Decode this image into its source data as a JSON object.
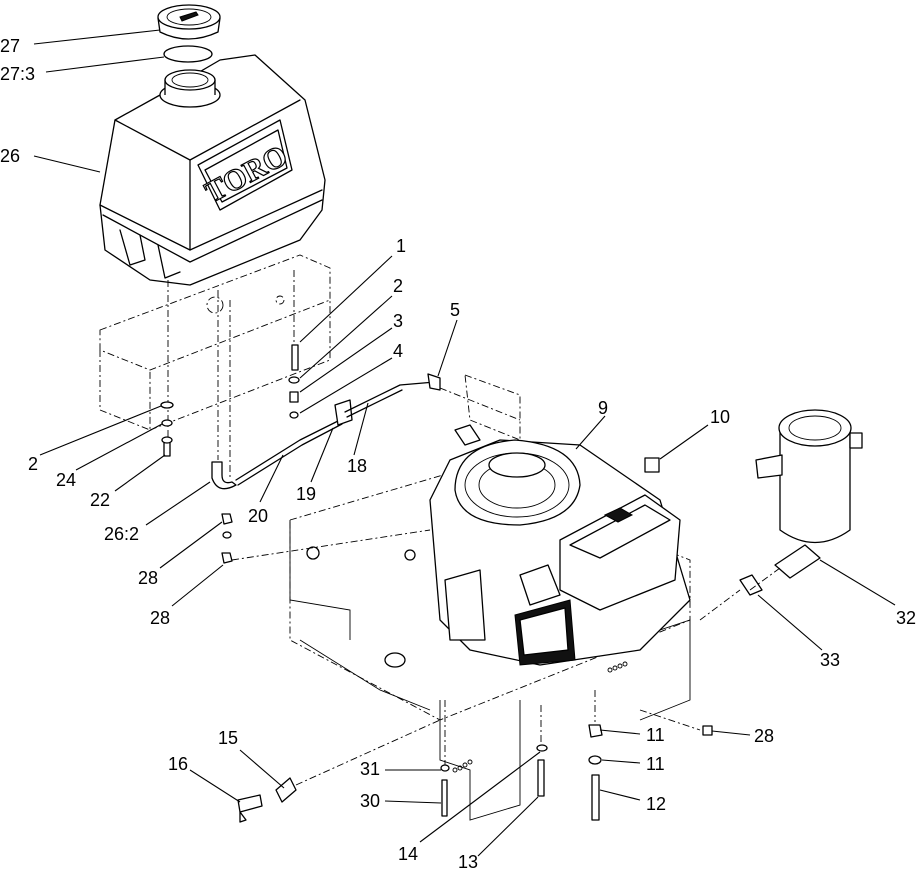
{
  "diagram": {
    "logo_text": "TORO",
    "callouts": [
      {
        "id": "c27",
        "text": "27"
      },
      {
        "id": "c27_3",
        "text": "27:3"
      },
      {
        "id": "c26",
        "text": "26"
      },
      {
        "id": "c1",
        "text": "1"
      },
      {
        "id": "c2a",
        "text": "2"
      },
      {
        "id": "c3",
        "text": "3"
      },
      {
        "id": "c4",
        "text": "4"
      },
      {
        "id": "c5",
        "text": "5"
      },
      {
        "id": "c9",
        "text": "9"
      },
      {
        "id": "c10",
        "text": "10"
      },
      {
        "id": "c2b",
        "text": "2"
      },
      {
        "id": "c24",
        "text": "24"
      },
      {
        "id": "c22",
        "text": "22"
      },
      {
        "id": "c26_2",
        "text": "26:2"
      },
      {
        "id": "c20",
        "text": "20"
      },
      {
        "id": "c19",
        "text": "19"
      },
      {
        "id": "c18",
        "text": "18"
      },
      {
        "id": "c28a",
        "text": "28"
      },
      {
        "id": "c28b",
        "text": "28"
      },
      {
        "id": "c32",
        "text": "32"
      },
      {
        "id": "c33",
        "text": "33"
      },
      {
        "id": "c11a",
        "text": "11"
      },
      {
        "id": "c11b",
        "text": "11"
      },
      {
        "id": "c28c",
        "text": "28"
      },
      {
        "id": "c12",
        "text": "12"
      },
      {
        "id": "c15",
        "text": "15"
      },
      {
        "id": "c16",
        "text": "16"
      },
      {
        "id": "c31",
        "text": "31"
      },
      {
        "id": "c30",
        "text": "30"
      },
      {
        "id": "c14",
        "text": "14"
      },
      {
        "id": "c13",
        "text": "13"
      }
    ]
  }
}
